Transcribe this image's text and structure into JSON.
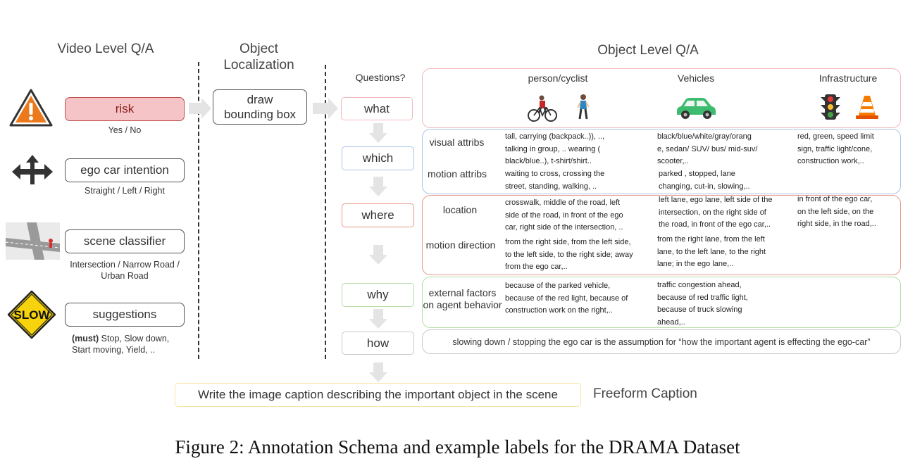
{
  "headers": {
    "video_level": "Video Level Q/A",
    "object_localization_1": "Object",
    "object_localization_2": "Localization",
    "object_level": "Object Level Q/A",
    "questions": "Questions?",
    "freeform": "Freeform Caption"
  },
  "video_level": {
    "risk": {
      "label": "risk",
      "sub": "Yes / No",
      "y_marker": "Y"
    },
    "intention": {
      "label": "ego car intention",
      "sub": "Straight / Left / Right"
    },
    "scene": {
      "label": "scene classifier",
      "sub_1": "Intersection / Narrow Road /",
      "sub_2": "Urban Road"
    },
    "suggestions": {
      "label": "suggestions",
      "sub_bold": "(must)",
      "sub_1": " Stop, Slow down,",
      "sub_2": "Start moving, Yield, .."
    }
  },
  "localization": {
    "line_1": "draw",
    "line_2": "bounding box"
  },
  "questions": [
    "what",
    "which",
    "where",
    "why",
    "how"
  ],
  "categories": {
    "person": "person/cyclist",
    "vehicles": "Vehicles",
    "infrastructure": "Infrastructure"
  },
  "which_panel": {
    "visual_label": "visual attribs",
    "motion_label": "motion attribs",
    "person_visual": [
      "tall, carrying (backpack..)), ..,",
      "talking in group, .. wearing (",
      "black/blue..), t-shirt/shirt.."
    ],
    "person_motion": [
      "waiting to cross, crossing the",
      "street, standing, walking, .."
    ],
    "vehicle_visual": [
      "black/blue/white/gray/orang",
      "e, sedan/ SUV/ bus/ mid-suv/",
      "scooter,.."
    ],
    "vehicle_motion": [
      "parked , stopped, lane",
      "changing, cut-in, slowing,.."
    ],
    "infra_visual": [
      "red, green, speed limit",
      "sign, traffic light/cone,",
      "construction work,.."
    ]
  },
  "where_panel": {
    "location_label": "location",
    "direction_label": "motion direction",
    "person_location": [
      "crosswalk, middle of the road, left",
      "side of the road,  in front of the ego",
      "car, right side of the intersection, .."
    ],
    "person_direction": [
      "from the right side, from the left side,",
      "to the left side, to the right side; away",
      "from the ego car,.."
    ],
    "vehicle_location": [
      "left lane, ego lane, left side of the",
      "intersection, on the right side of",
      "the road,  in front of the ego car,.."
    ],
    "vehicle_direction": [
      "from the right lane, from the left",
      "lane, to the left lane, to the right",
      "lane; in the ego lane,.."
    ],
    "infra_location": [
      "in front of the ego car,",
      "on the left side, on the",
      "right side, in the road,.."
    ]
  },
  "why_panel": {
    "label_1": "external factors",
    "label_2": "on agent behavior",
    "person": [
      "because of the parked vehicle,",
      "because of the red light, because of",
      "construction work on the right,.."
    ],
    "vehicle": [
      "traffic congestion ahead,",
      "because of red traffic light,",
      "because of truck slowing",
      "ahead,.."
    ]
  },
  "how_panel": {
    "text": "slowing down / stopping the ego car is the assumption for “how the important agent is effecting the ego-car”"
  },
  "freeform_box": "Write the image caption describing the important object in the scene",
  "figure_caption": "Figure 2: Annotation Schema and example labels for the DRAMA Dataset",
  "colors": {
    "risk_fill": "#f4c4c6",
    "risk_border": "#c0504d",
    "what_border": "#f2b8bd",
    "which_border": "#aac4ea",
    "where_border": "#e89a88",
    "why_border": "#b5dca6",
    "how_border": "#c9c9c9",
    "freeform_border": "#f7e3a6",
    "warning_orange": "#ec7a1c",
    "slow_yellow": "#f6d30c"
  },
  "icons": [
    "warning-triangle-icon",
    "direction-arrows-icon",
    "intersection-map-icon",
    "slow-sign-icon",
    "cyclist-icon",
    "pedestrian-icon",
    "car-icon",
    "traffic-light-icon",
    "traffic-cone-icon"
  ]
}
